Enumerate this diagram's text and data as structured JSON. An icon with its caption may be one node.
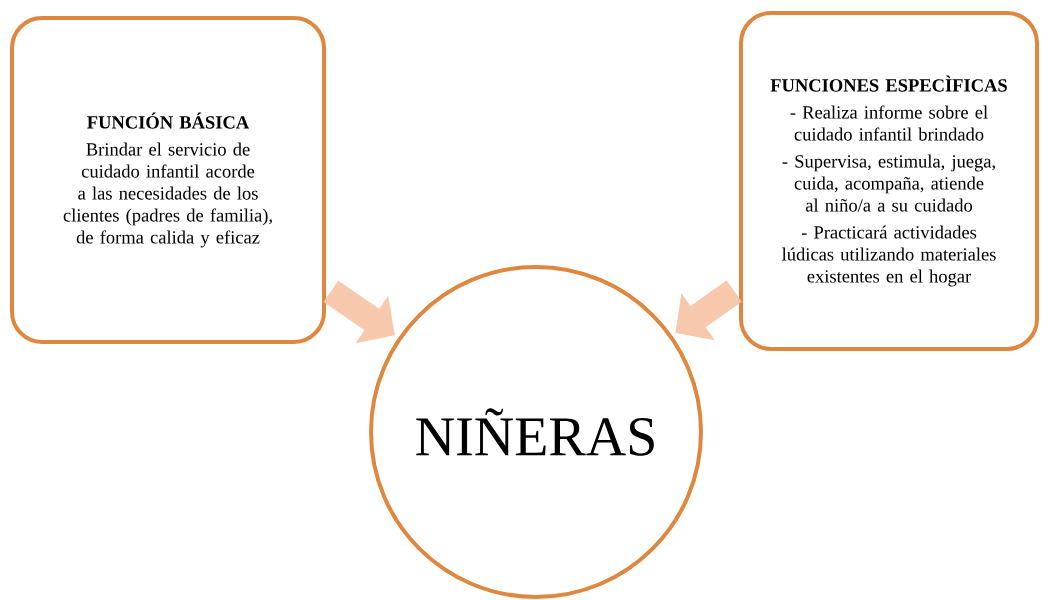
{
  "diagram": {
    "nodes": [
      {
        "text": [
          "FUNCIÓN BÁSICA",
          "Brindar el servicio de cuidado infantil acorde a las necesidades de los clientes (padres de familia), de forma calida y eficaz"
        ]
      },
      {
        "text": [
          "FUNCIONES ESPECÌFICAS",
          "- Realiza informe sobre el cuidado infantil brindado",
          "- Supervisa, estimula, juega, cuida, acompaña, atiende al niño/a a su cuidado",
          "- Practicará actividades lúdicas utilizando materiales existentes en el hogar"
        ]
      },
      {
        "text": [
          "NIÑERAS"
        ]
      }
    ],
    "edges": [
      {
        "from": 0,
        "to": 2,
        "arrow": "to"
      },
      {
        "from": 1,
        "to": 2,
        "arrow": "to"
      }
    ]
  }
}
